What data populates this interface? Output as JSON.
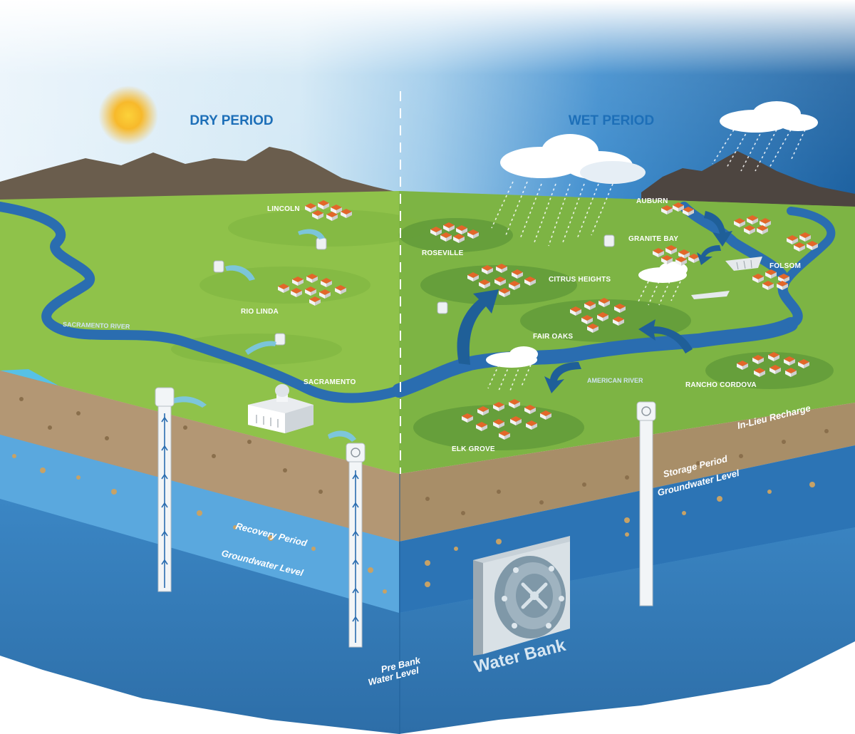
{
  "headings": {
    "dry": "DRY PERIOD",
    "wet": "WET PERIOD"
  },
  "towns": {
    "lincoln": "LINCOLN",
    "rio_linda": "RIO LINDA",
    "sacramento": "SACRAMENTO",
    "roseville": "ROSEVILLE",
    "citrus_heights": "CITRUS HEIGHTS",
    "auburn": "AUBURN",
    "granite_bay": "GRANITE BAY",
    "folsom": "FOLSOM",
    "fair_oaks": "FAIR OAKS",
    "rancho_cordova": "RANCHO CORDOVA",
    "elk_grove": "ELK GROVE"
  },
  "rivers": {
    "sacramento": "SACRAMENTO RIVER",
    "american": "AMERICAN RIVER"
  },
  "layers": {
    "recovery_period": "Recovery Period",
    "groundwater_level_dry": "Groundwater Level",
    "in_lieu_recharge": "In-Lieu Recharge",
    "storage_period": "Storage Period",
    "groundwater_level_wet": "Groundwater Level",
    "pre_bank_line1": "Pre Bank",
    "pre_bank_line2": "Water Level"
  },
  "water_bank": "Water Bank",
  "icons": [
    "sun-icon",
    "cloud-icon",
    "rain-icon",
    "house-cluster-icon",
    "well-pump-icon",
    "capitol-building-icon",
    "dam-icon",
    "vault-door-icon",
    "flow-arrow-icon"
  ],
  "colors": {
    "sky_dry": "#cfe6f5",
    "sky_wet": "#1f6fb3",
    "grass": "#8fc24a",
    "river": "#2a6db0",
    "soil": "#a88e68",
    "aquifer": "#3f8fcf",
    "heading": "#1d6fb8",
    "roof": "#e2672a"
  }
}
